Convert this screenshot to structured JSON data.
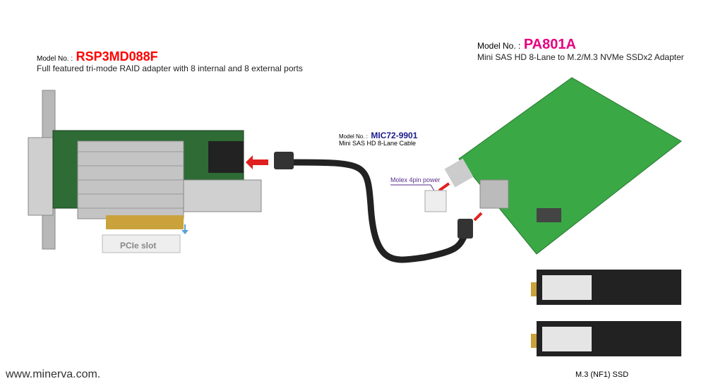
{
  "raid": {
    "model_label": "Model No. :",
    "model": "RSP3MD088F",
    "description": "Full featured tri-mode RAID adapter with 8 internal and 8 external ports",
    "slot_label": "PCIe slot"
  },
  "cable": {
    "model_label": "Model No. :",
    "model": "MIC72-9901",
    "description": "Mini SAS HD 8-Lane Cable"
  },
  "adapter": {
    "model_label": "Model No. :",
    "model": "PA801A",
    "description": "Mini SAS HD 8-Lane to M.2/M.3 NVMe SSDx2 Adapter"
  },
  "power_label": "Molex 4pin power",
  "ssd_label": "M.3 (NF1) SSD",
  "footer": "www.minerva.com.",
  "colors": {
    "raid_model": "#ff0000",
    "cable_model": "#1a1a8c",
    "adapter_model": "#e8007f",
    "arrow": "#e02020",
    "board_green": "#3aa845"
  }
}
